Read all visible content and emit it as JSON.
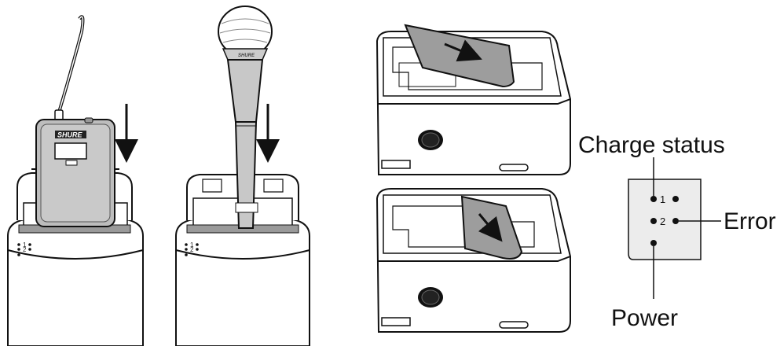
{
  "brand": "SHURE",
  "charger_led_1": "1",
  "charger_led_2": "2",
  "panel": {
    "led_1": "1",
    "led_2": "2"
  },
  "labels": {
    "charge_status": "Charge status",
    "error": "Error",
    "power": "Power"
  }
}
